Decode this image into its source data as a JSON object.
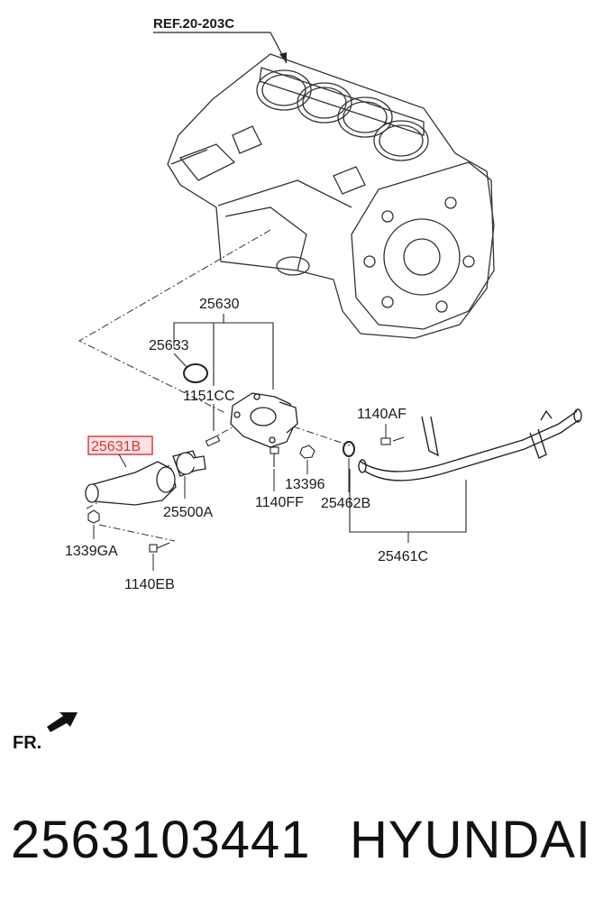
{
  "diagram": {
    "reference": "REF.20-203C",
    "callouts": {
      "c25630": "25630",
      "c25633": "25633",
      "c1151CC": "1151CC",
      "c25631B": "25631B",
      "c25500A": "25500A",
      "c1140FF": "1140FF",
      "c13396": "13396",
      "c25462B": "25462B",
      "c1140AF": "1140AF",
      "c25461C": "25461C",
      "c1339GA": "1339GA",
      "c1140EB": "1140EB"
    },
    "highlighted_callout": "25631B",
    "highlight_color": "#d33333",
    "front_marker": "FR."
  },
  "footer": {
    "part_number": "2563103441",
    "brand": "HYUNDAI"
  }
}
